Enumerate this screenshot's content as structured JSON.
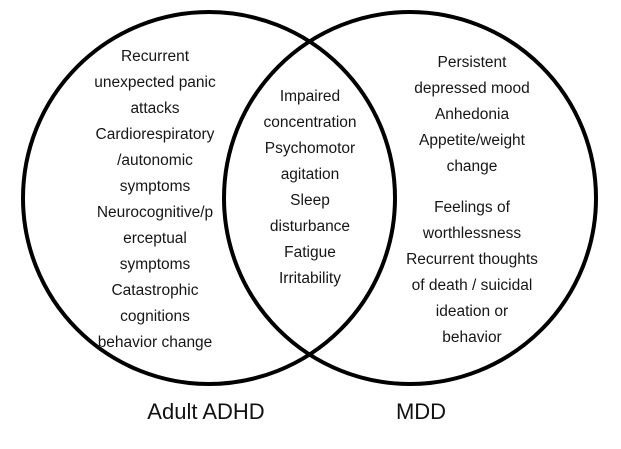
{
  "diagram": {
    "type": "venn",
    "colors": {
      "stroke": "#000000",
      "text": "#161616",
      "background": "#ffffff"
    },
    "left": {
      "label": "Adult ADHD",
      "lines": [
        "Recurrent",
        "unexpected panic",
        "attacks",
        "Cardiorespiratory",
        "/autonomic",
        "symptoms",
        "Neurocognitive/p",
        "erceptual",
        "symptoms",
        "Catastrophic",
        "cognitions",
        "behavior change"
      ]
    },
    "overlap": {
      "lines": [
        "Impaired",
        "concentration",
        "Psychomotor",
        "agitation",
        "Sleep",
        "disturbance",
        "Fatigue",
        "Irritability"
      ]
    },
    "right": {
      "label": "MDD",
      "lines": [
        "Persistent",
        "depressed mood",
        "Anhedonia",
        "Appetite/weight",
        "change",
        "",
        "Feelings of",
        "worthlessness",
        "Recurrent thoughts",
        "of death / suicidal",
        "ideation or",
        "behavior"
      ]
    }
  }
}
